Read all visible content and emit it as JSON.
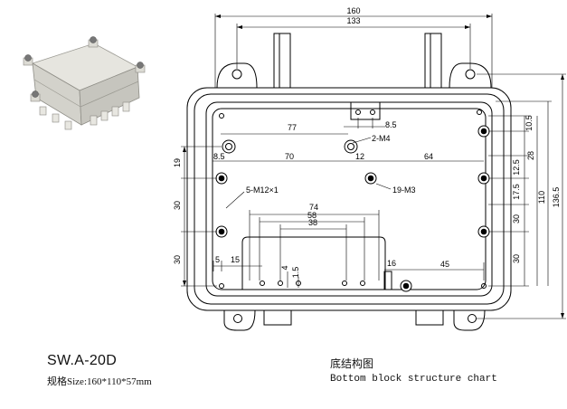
{
  "dimensions": {
    "overall_width": "160",
    "mount_spacing": "133",
    "side_77": "77",
    "gap_8_5_top": "8.5",
    "hole_2m4": "2-M4",
    "gap_8_5_left": "8.5",
    "dist_70": "70",
    "dist_12": "12",
    "dist_64": "64",
    "hole_19m3": "19-M3",
    "hole_5m12": "5-M12×1",
    "inner_74": "74",
    "inner_58": "58",
    "inner_38": "38",
    "left_19": "19",
    "left_30a": "30",
    "left_30b": "30",
    "bot_5": "5",
    "bot_15": "15",
    "bot_4": "4",
    "bot_1_5": "1.5",
    "bot_16": "16",
    "bot_45": "45",
    "right_10_5": "10.5",
    "right_12_5": "12.5",
    "right_17_5": "17.5",
    "right_30a": "30",
    "right_30b": "30",
    "right_28": "28",
    "right_110": "110",
    "right_136_5": "136.5"
  },
  "caption": {
    "model": "SW.A-20D",
    "spec": "规格Size:160*110*57mm",
    "title_cn": "底结构图",
    "title_en": "Bottom block structure chart"
  }
}
